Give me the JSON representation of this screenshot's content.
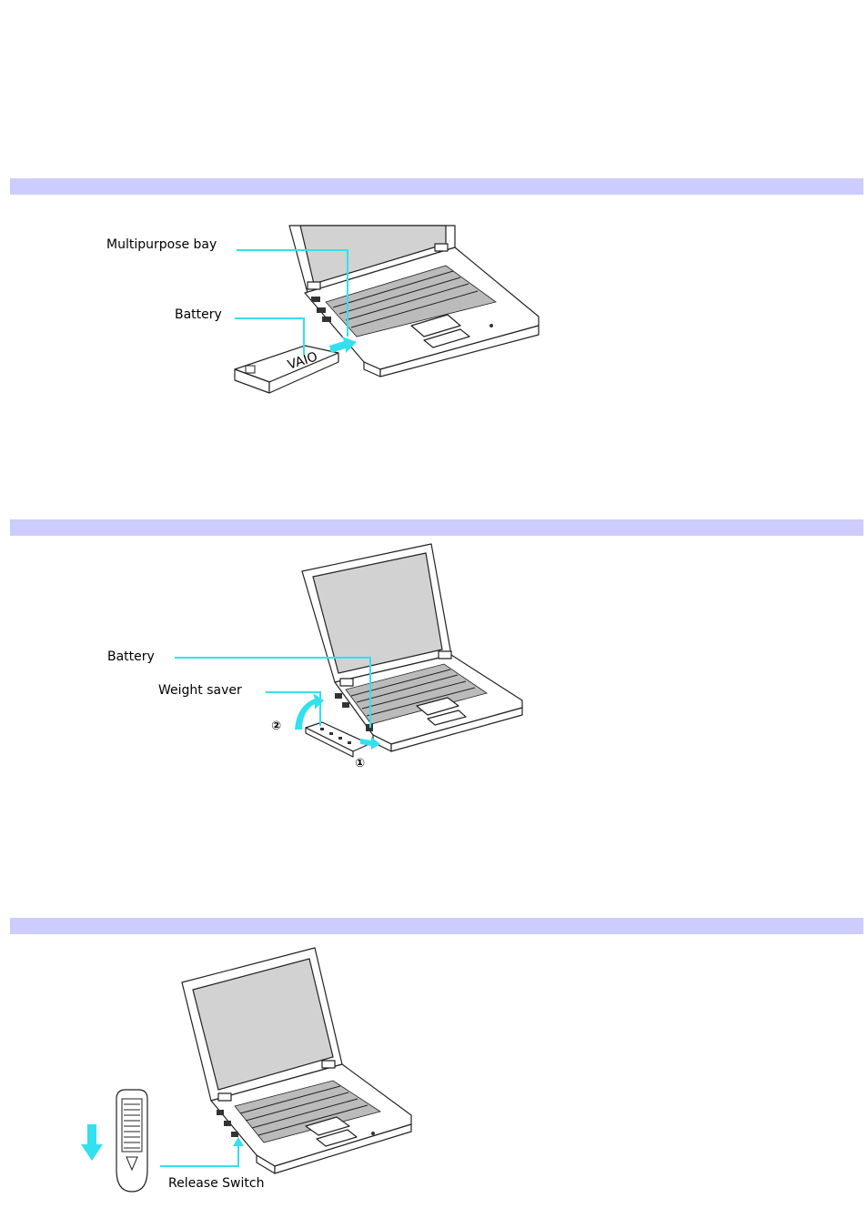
{
  "section_bars": [
    "",
    "",
    ""
  ],
  "figure1": {
    "callouts": {
      "multipurpose_bay": "Multipurpose bay",
      "battery": "Battery"
    },
    "battery_logo": "VAIO",
    "arrow_color": "#33e0ee"
  },
  "figure2": {
    "callouts": {
      "battery": "Battery",
      "weight_saver": "Weight saver"
    },
    "step_markers": [
      "②",
      "①"
    ]
  },
  "figure3": {
    "callouts": {
      "release_switch": "Release Switch"
    }
  },
  "colors": {
    "section_bar": "#ccccff",
    "callout_line": "#33e0ee",
    "background": "#ffffff"
  }
}
